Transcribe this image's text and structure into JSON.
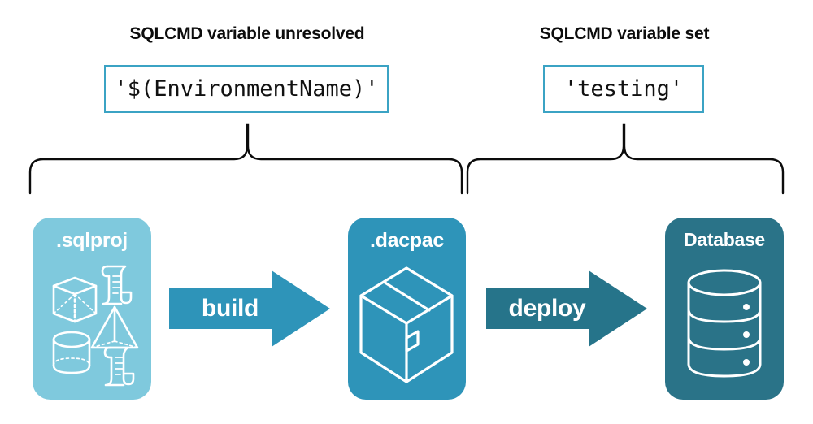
{
  "headings": {
    "left": "SQLCMD variable unresolved",
    "right": "SQLCMD variable set"
  },
  "code_values": {
    "left": "'$(EnvironmentName)'",
    "right": "'testing'"
  },
  "cards": [
    {
      "id": "sqlproj",
      "title": ".sqlproj",
      "color": "#7FC9DD",
      "icons": [
        "cube-icon",
        "scroll-icon",
        "pyramid-icon",
        "cylinder-icon",
        "scroll-icon"
      ]
    },
    {
      "id": "dacpac",
      "title": ".dacpac",
      "color": "#2E94B9",
      "icons": [
        "package-box-icon"
      ]
    },
    {
      "id": "database",
      "title": "Database",
      "color": "#2A7388",
      "icons": [
        "database-cylinder-icon"
      ]
    }
  ],
  "arrows": [
    {
      "id": "build",
      "label": "build",
      "color": "#2E94B9"
    },
    {
      "id": "deploy",
      "label": "deploy",
      "color": "#26748A"
    }
  ],
  "colors": {
    "background": "#FFFFFF",
    "accent_light": "#7FC9DD",
    "accent_mid": "#2E94B9",
    "accent_dark": "#2A7388",
    "arrow_dark": "#26748A",
    "box_border": "#3BA3C4",
    "brace_stroke": "#000000",
    "text_dark": "#0D0D0D",
    "text_on_card": "#FFFFFF"
  },
  "braces": [
    {
      "id": "left-brace",
      "spans": "sqlproj-to-dacpac"
    },
    {
      "id": "right-brace",
      "spans": "dacpac-to-database"
    }
  ]
}
